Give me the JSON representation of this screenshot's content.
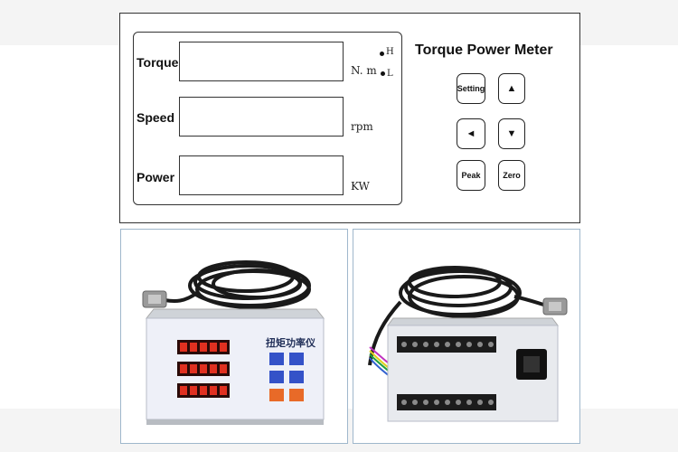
{
  "panel": {
    "rows": [
      {
        "label": "Torque",
        "unit": "N. m"
      },
      {
        "label": "Speed",
        "unit": "rpm"
      },
      {
        "label": "Power",
        "unit": "KW"
      }
    ],
    "indicators": {
      "high": "H",
      "low": "L"
    },
    "title": "Torque Power Meter",
    "keys": {
      "setting": "Setting",
      "up": "▲",
      "left": "◄",
      "down": "▼",
      "peak": "Peak",
      "zero": "Zero"
    }
  },
  "photos": {
    "front_label": "扭矩功率仪"
  },
  "colors": {
    "panel_border": "#333333",
    "photo_border": "#9fb7cc",
    "device_face": "#eef0f8",
    "led_red": "#e03020",
    "button_blue": "#3452c8",
    "button_orange": "#e86a28"
  }
}
